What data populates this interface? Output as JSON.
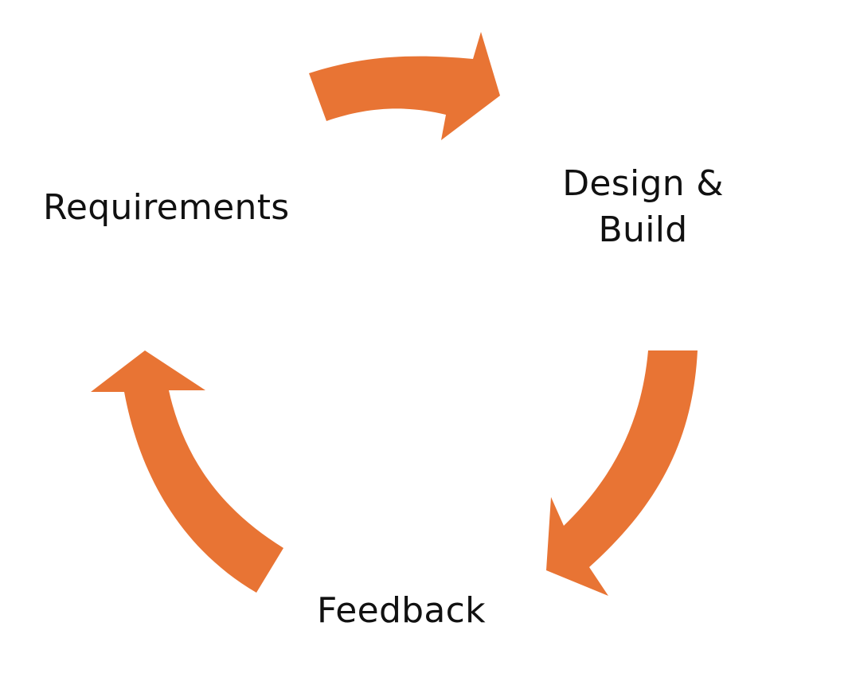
{
  "diagram": {
    "type": "cycle",
    "arrow_color": "#E87434",
    "text_color": "#111111",
    "stages": [
      {
        "lines": [
          "Requirements"
        ]
      },
      {
        "lines": [
          "Design &",
          "Build"
        ]
      },
      {
        "lines": [
          "Feedback"
        ]
      }
    ]
  }
}
